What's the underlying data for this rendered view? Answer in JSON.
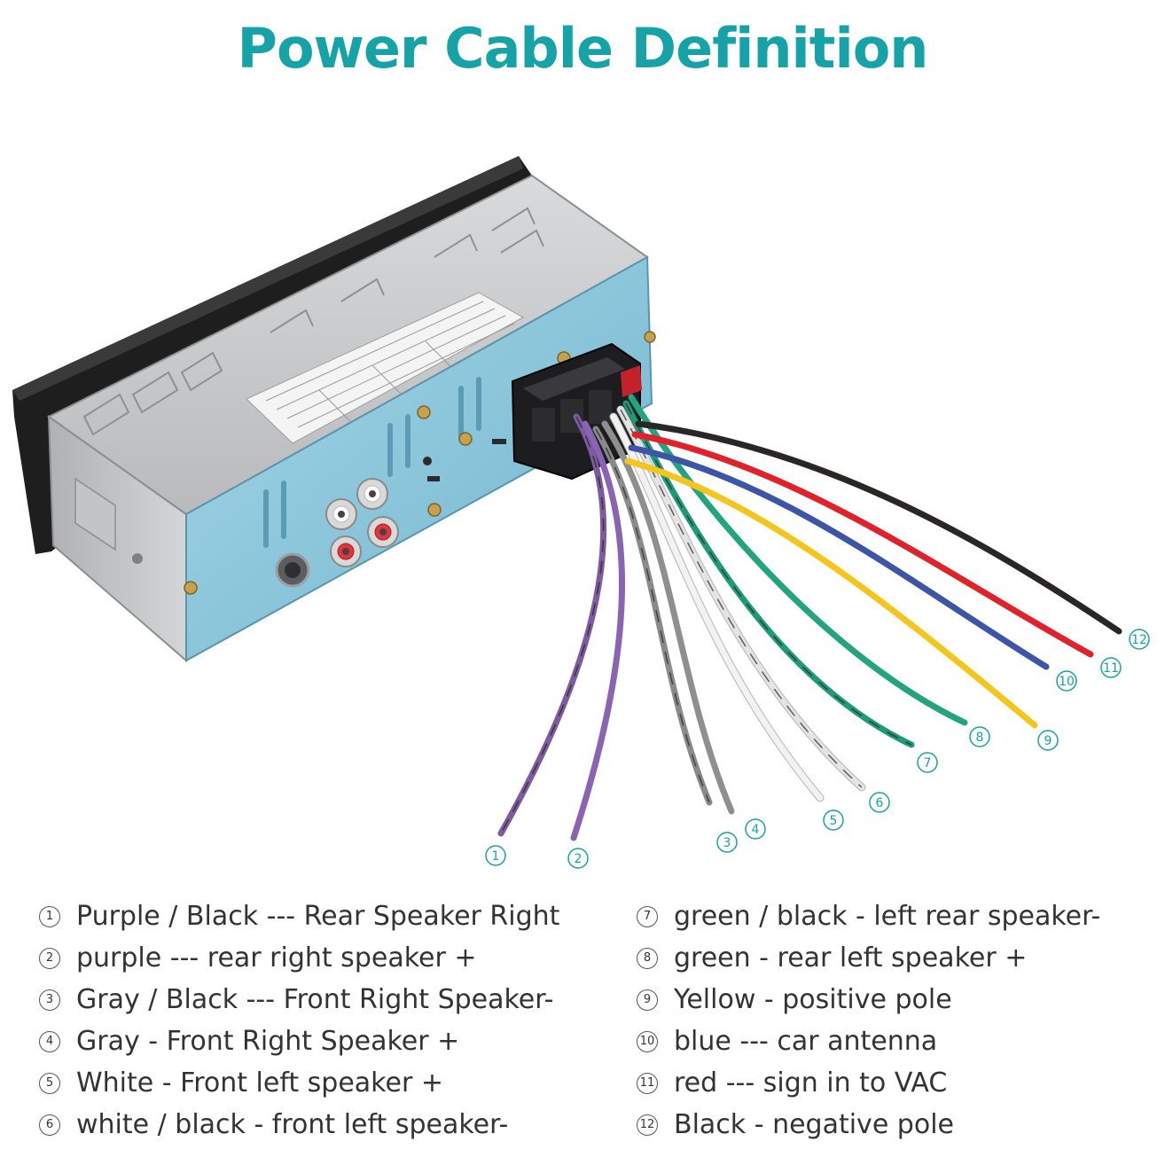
{
  "title": "Power Cable Definition",
  "accent_color": "#16a3a7",
  "wires": [
    {
      "num": "1",
      "color": "#7e5aa0",
      "stripe": "#222222"
    },
    {
      "num": "2",
      "color": "#8a63b3",
      "stripe": ""
    },
    {
      "num": "3",
      "color": "#8a8a8a",
      "stripe": "#222222"
    },
    {
      "num": "4",
      "color": "#8f8f8f",
      "stripe": ""
    },
    {
      "num": "5",
      "color": "#f2f2f2",
      "stripe": ""
    },
    {
      "num": "6",
      "color": "#e4e4e4",
      "stripe": "#222222"
    },
    {
      "num": "7",
      "color": "#1e9a78",
      "stripe": "#222222"
    },
    {
      "num": "8",
      "color": "#22a57f",
      "stripe": ""
    },
    {
      "num": "9",
      "color": "#f4c61d",
      "stripe": ""
    },
    {
      "num": "10",
      "color": "#3d55a8",
      "stripe": ""
    },
    {
      "num": "11",
      "color": "#e0232b",
      "stripe": ""
    },
    {
      "num": "12",
      "color": "#2a2626",
      "stripe": ""
    }
  ],
  "legend": {
    "left": [
      {
        "num": "1",
        "text": "Purple / Black --- Rear Speaker Right"
      },
      {
        "num": "2",
        "text": "purple --- rear right speaker +"
      },
      {
        "num": "3",
        "text": "Gray / Black --- Front Right Speaker-"
      },
      {
        "num": "4",
        "text": "Gray - Front Right Speaker +"
      },
      {
        "num": "5",
        "text": "White - Front left speaker +"
      },
      {
        "num": "6",
        "text": "white / black - front left speaker-"
      }
    ],
    "right": [
      {
        "num": "7",
        "text": "green / black - left rear speaker-"
      },
      {
        "num": "8",
        "text": "green - rear left speaker +"
      },
      {
        "num": "9",
        "text": "Yellow - positive pole"
      },
      {
        "num": "10",
        "text": "blue --- car antenna"
      },
      {
        "num": "11",
        "text": "red --- sign in to VAC"
      },
      {
        "num": "12",
        "text": "Black - negative pole"
      }
    ]
  }
}
